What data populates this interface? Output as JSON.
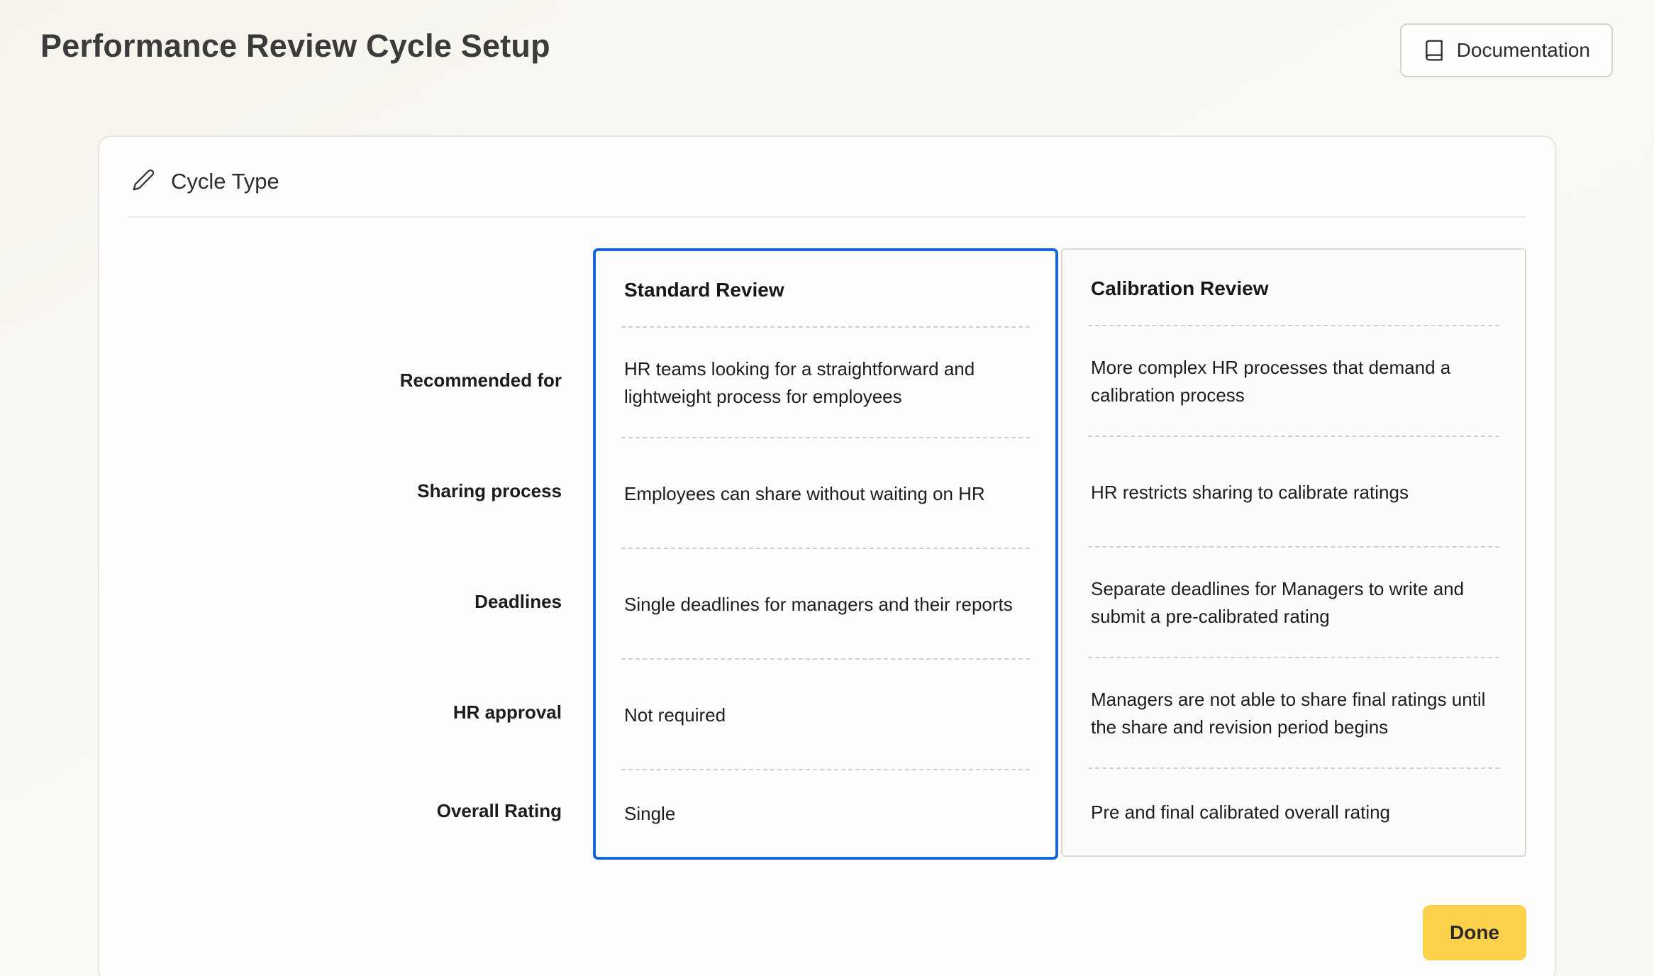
{
  "page": {
    "title": "Performance Review Cycle Setup",
    "documentation_button": "Documentation"
  },
  "card": {
    "header": "Cycle Type",
    "done_button": "Done"
  },
  "comparison": {
    "row_labels": [
      "Recommended for",
      "Sharing process",
      "Deadlines",
      "HR approval",
      "Overall Rating"
    ],
    "columns": [
      {
        "title": "Standard Review",
        "selected": true,
        "cells": [
          "HR teams looking for a straightforward and lightweight process for employees",
          "Employees can share without waiting on HR",
          "Single deadlines for managers and their reports",
          "Not required",
          "Single"
        ]
      },
      {
        "title": "Calibration Review",
        "selected": false,
        "cells": [
          "More complex HR processes that demand a calibration process",
          "HR restricts sharing to calibrate ratings",
          "Separate deadlines for Managers to write and submit a pre-calibrated rating",
          "Managers are not able to share final ratings until the share and revision period begins",
          "Pre and final calibrated overall rating"
        ]
      }
    ]
  },
  "icons": {
    "book": "book-icon",
    "pencil": "pencil-icon"
  },
  "colors": {
    "accent_blue": "#1765d8",
    "done_yellow": "#fcd14b",
    "background": "#f8f6f1",
    "card_background": "#fdfdfb"
  }
}
